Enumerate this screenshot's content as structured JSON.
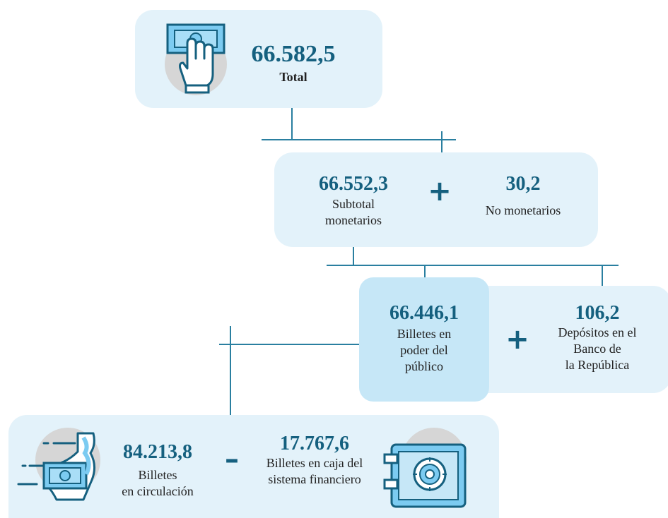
{
  "total": {
    "value": "66.582,5",
    "label": "Total",
    "icon": "hand-banknote-icon"
  },
  "subtotal_monetarios": {
    "value": "66.552,3",
    "label": "Subtotal\nmonetarios"
  },
  "no_monetarios": {
    "value": "30,2",
    "label": "No monetarios"
  },
  "billetes_publico": {
    "value": "66.446,1",
    "label": "Billetes en\npoder del\npúblico"
  },
  "depositos_banco": {
    "value": "106,2",
    "label": "Depósitos en el\nBanco de\nla República"
  },
  "billetes_circulacion": {
    "value": "84.213,8",
    "label": "Billetes\nen circulación",
    "icon": "flying-banknotes-icon"
  },
  "billetes_caja": {
    "value": "17.767,6",
    "label": "Billetes en caja del\nsistema financiero",
    "icon": "safe-icon"
  },
  "operators": {
    "plus_1": "+",
    "plus_2": "+",
    "minus": "–"
  },
  "colors": {
    "box": "#e3f2fa",
    "box_highlight": "#c6e7f7",
    "accent": "#15607f",
    "line": "#2a7fa0"
  }
}
